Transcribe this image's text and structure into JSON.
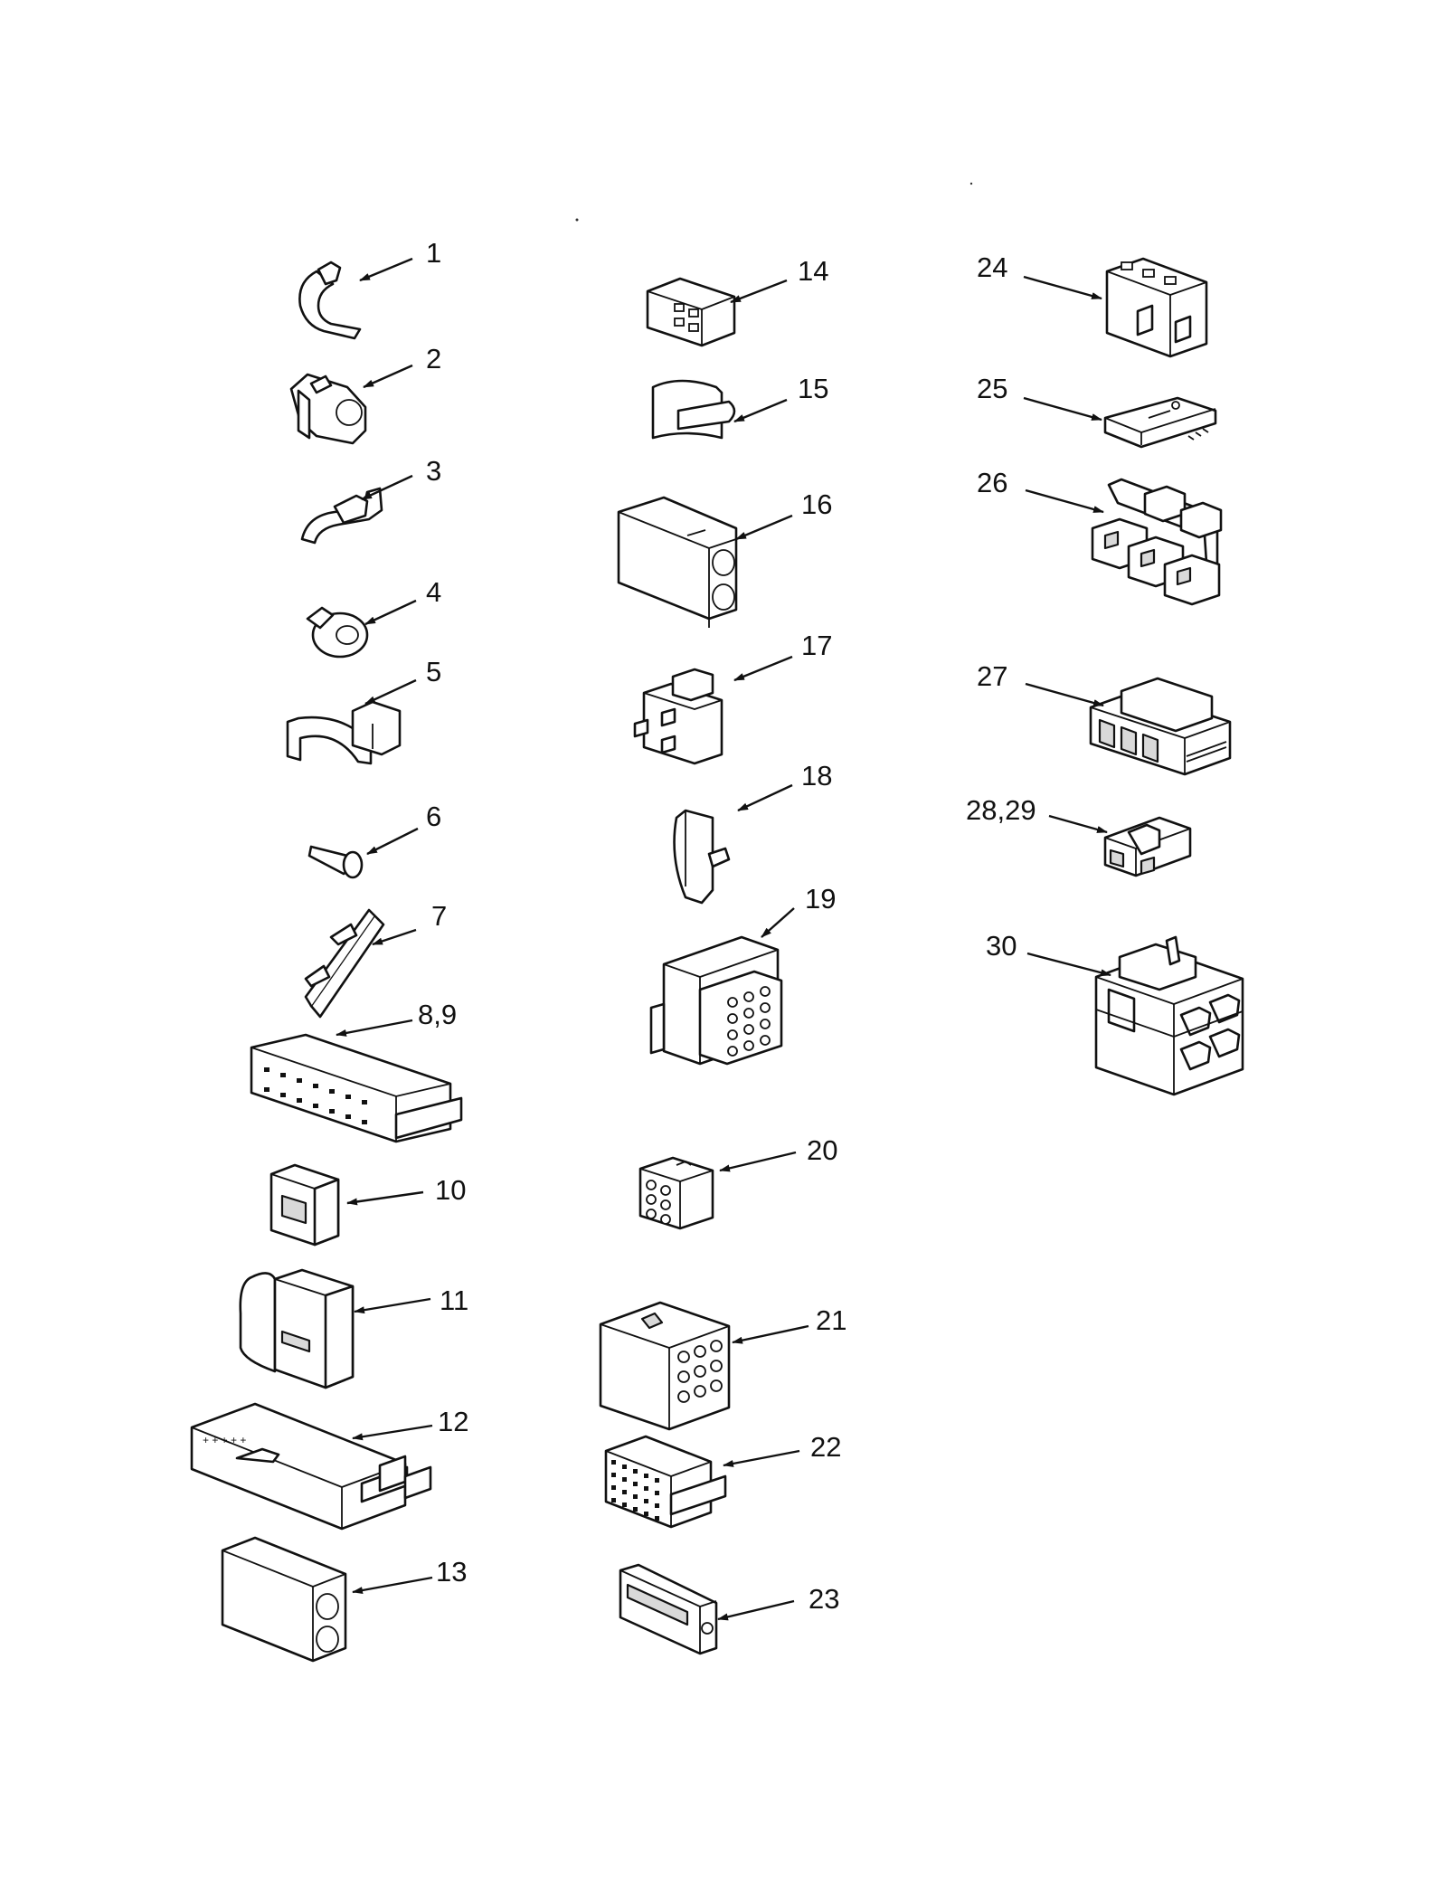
{
  "callouts": [
    {
      "label": "1"
    },
    {
      "label": "2"
    },
    {
      "label": "3"
    },
    {
      "label": "4"
    },
    {
      "label": "5"
    },
    {
      "label": "6"
    },
    {
      "label": "7"
    },
    {
      "label": "8,9"
    },
    {
      "label": "10"
    },
    {
      "label": "11"
    },
    {
      "label": "12"
    },
    {
      "label": "13"
    },
    {
      "label": "14"
    },
    {
      "label": "15"
    },
    {
      "label": "16"
    },
    {
      "label": "17"
    },
    {
      "label": "18"
    },
    {
      "label": "19"
    },
    {
      "label": "20"
    },
    {
      "label": "21"
    },
    {
      "label": "22"
    },
    {
      "label": "23"
    },
    {
      "label": "24"
    },
    {
      "label": "25"
    },
    {
      "label": "26"
    },
    {
      "label": "27"
    },
    {
      "label": "28,29"
    },
    {
      "label": "30"
    }
  ]
}
